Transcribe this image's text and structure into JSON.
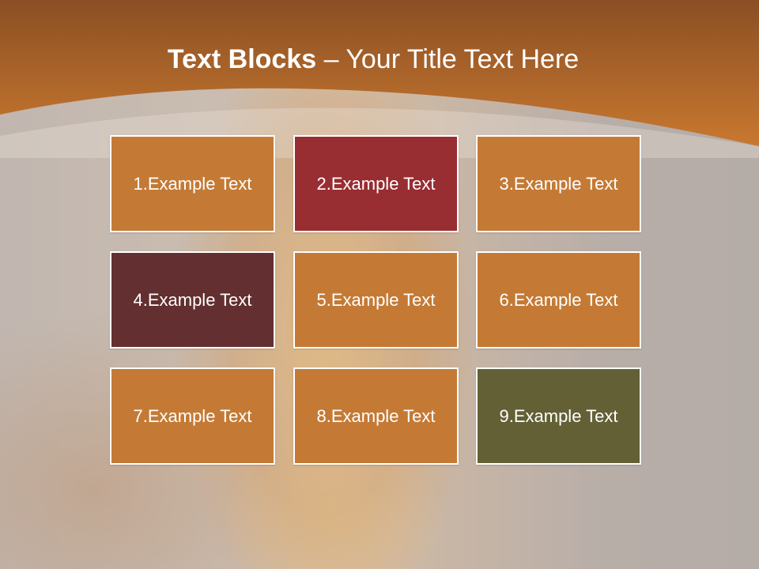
{
  "slide": {
    "title_bold": "Text Blocks",
    "title_separator": " – ",
    "title_rest": "Your Title Text Here"
  },
  "blocks": [
    {
      "label": "1.Example Text",
      "color": "#c47a35"
    },
    {
      "label": "2.Example Text",
      "color": "#982d32"
    },
    {
      "label": "3.Example Text",
      "color": "#c47a35"
    },
    {
      "label": "4.Example Text",
      "color": "#632f30"
    },
    {
      "label": "5.Example Text",
      "color": "#c47a35"
    },
    {
      "label": "6.Example Text",
      "color": "#c47a35"
    },
    {
      "label": "7.Example Text",
      "color": "#c47a35"
    },
    {
      "label": "8.Example Text",
      "color": "#c47a35"
    },
    {
      "label": "9.Example Text",
      "color": "#636035"
    }
  ],
  "colors": {
    "header_top": "#8a4f24",
    "header_bottom": "#c9782f",
    "title_text": "#ffffff",
    "block_border": "#ffffff"
  }
}
